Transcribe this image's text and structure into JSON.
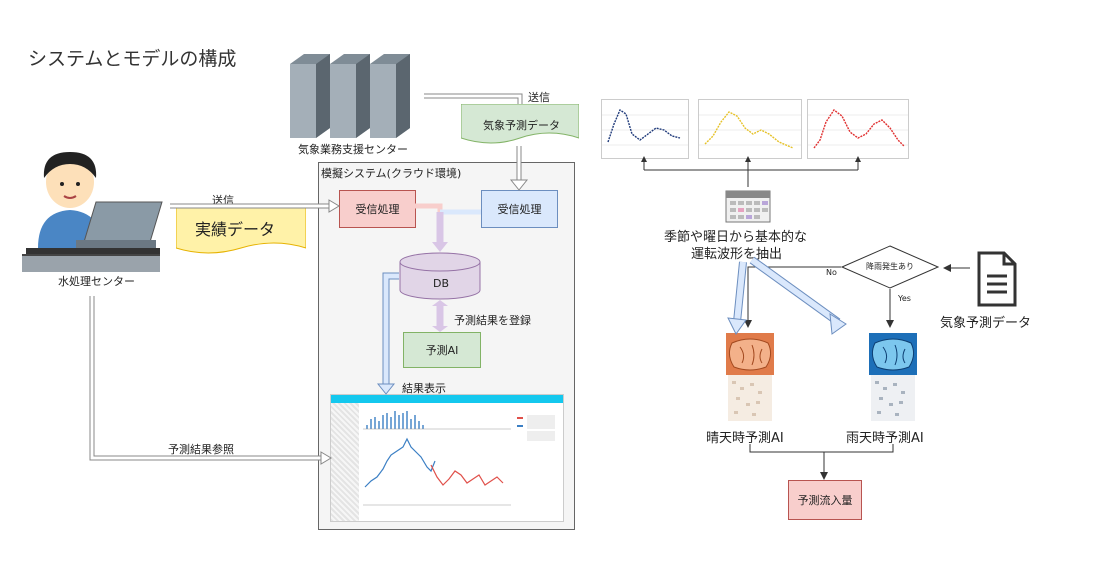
{
  "title": "システムとモデルの構成",
  "labels": {
    "weather_center": "気象業務支援センター",
    "send_top": "送信",
    "weather_forecast_doc": "気象予測データ",
    "simulation_system": "模擬システム(クラウド環境)",
    "send_left": "送信",
    "actual_data": "実績データ",
    "water_center": "水処理センター",
    "recv_left": "受信処理",
    "recv_right": "受信処理",
    "db": "DB",
    "register": "予測結果を登録",
    "predict_ai": "予測AI",
    "result_display": "結果表示",
    "result_ref": "予測結果参照",
    "extract_line1": "季節や曜日から基本的な",
    "extract_line2": "運転波形を抽出",
    "rain_decision": "降雨発生あり",
    "no": "No",
    "yes": "Yes",
    "weather_forecast_right": "気象予測データ",
    "clear_ai": "晴天時予測AI",
    "rain_ai": "雨天時予測AI",
    "inflow": "予測流入量"
  },
  "colors": {
    "chart_blue": "#1f3a7a",
    "chart_yellow": "#e6c229",
    "chart_red": "#e03030",
    "screen_header": "#14c8ee",
    "arrow_blue": "#dae8fc",
    "arrow_purple": "#d9c6e6"
  }
}
